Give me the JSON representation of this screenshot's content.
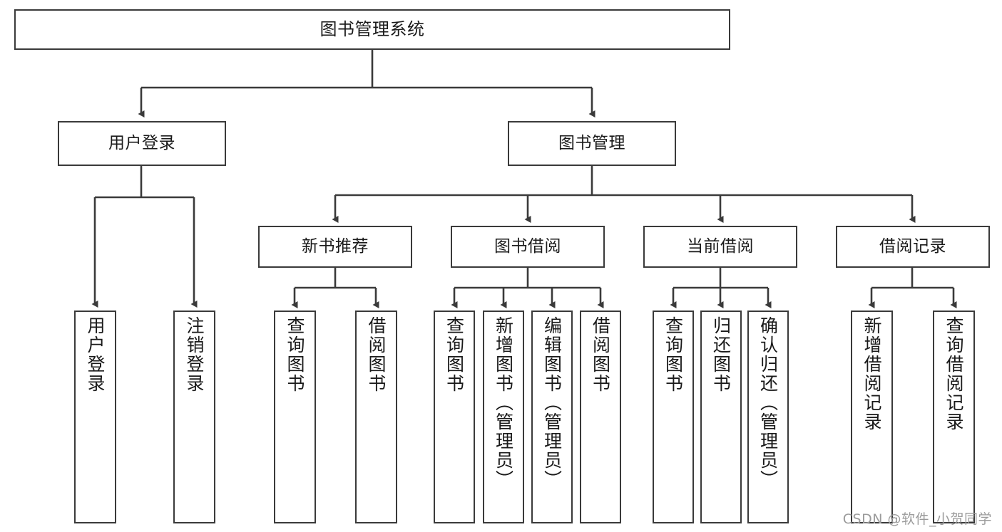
{
  "diagram": {
    "title": "图书管理系统",
    "type": "tree-hierarchy-chart",
    "stroke_color": "#3a3a3a",
    "text_color": "#1a1a1a",
    "background_color": "#ffffff"
  },
  "nodes": {
    "root": {
      "label": "图书管理系统"
    },
    "level1": [
      {
        "id": "user-login",
        "label": "用户登录"
      },
      {
        "id": "book-manage",
        "label": "图书管理"
      }
    ],
    "level2": [
      {
        "id": "new-book-recommend",
        "label": "新书推荐"
      },
      {
        "id": "book-borrow",
        "label": "图书借阅"
      },
      {
        "id": "current-borrow",
        "label": "当前借阅"
      },
      {
        "id": "borrow-record",
        "label": "借阅记录"
      }
    ],
    "leaves": {
      "user_login": [
        {
          "id": "leaf-user-login",
          "label": "用户登录"
        },
        {
          "id": "leaf-logout-login",
          "label": "注销登录"
        }
      ],
      "new_book_recommend": [
        {
          "id": "leaf-query-book-1",
          "label": "查询图书"
        },
        {
          "id": "leaf-borrow-book-1",
          "label": "借阅图书"
        }
      ],
      "book_borrow": [
        {
          "id": "leaf-query-book-2",
          "label": "查询图书"
        },
        {
          "id": "leaf-add-book",
          "label": "新增图书（管理员）"
        },
        {
          "id": "leaf-edit-book",
          "label": "编辑图书（管理员）"
        },
        {
          "id": "leaf-borrow-book-2",
          "label": "借阅图书"
        }
      ],
      "current_borrow": [
        {
          "id": "leaf-query-book-3",
          "label": "查询图书"
        },
        {
          "id": "leaf-return-book",
          "label": "归还图书"
        },
        {
          "id": "leaf-confirm-return",
          "label": "确认归还（管理员）"
        }
      ],
      "borrow_record": [
        {
          "id": "leaf-add-record",
          "label": "新增借阅记录"
        },
        {
          "id": "leaf-query-record",
          "label": "查询借阅记录"
        }
      ]
    }
  },
  "watermark": {
    "text": "CSDN @软件_小贺同学"
  }
}
